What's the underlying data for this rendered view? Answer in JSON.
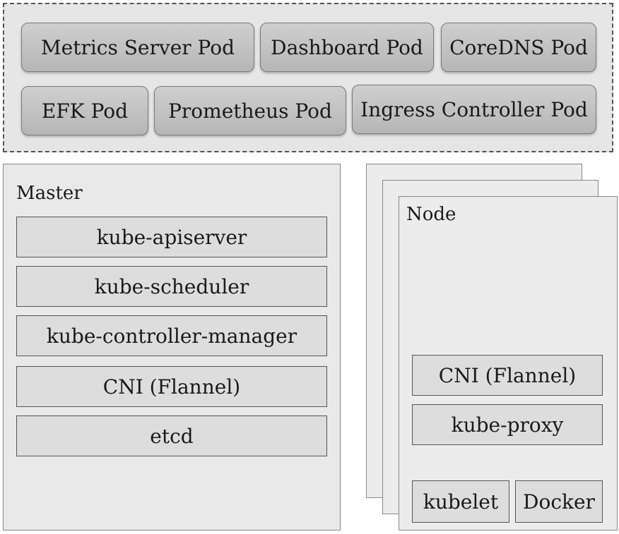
{
  "addons": {
    "pods": [
      {
        "label": "Metrics Server Pod"
      },
      {
        "label": "Dashboard Pod"
      },
      {
        "label": "CoreDNS Pod"
      },
      {
        "label": "EFK Pod"
      },
      {
        "label": "Prometheus Pod"
      },
      {
        "label": "Ingress Controller Pod"
      }
    ]
  },
  "master": {
    "title": "Master",
    "components": [
      {
        "label": "kube-apiserver"
      },
      {
        "label": "kube-scheduler"
      },
      {
        "label": "kube-controller-manager"
      },
      {
        "label": "CNI (Flannel)"
      },
      {
        "label": "etcd"
      }
    ]
  },
  "node": {
    "title": "Node",
    "components": [
      {
        "label": "CNI (Flannel)"
      },
      {
        "label": "kube-proxy"
      },
      {
        "label": "kubelet"
      },
      {
        "label": "Docker"
      }
    ]
  }
}
